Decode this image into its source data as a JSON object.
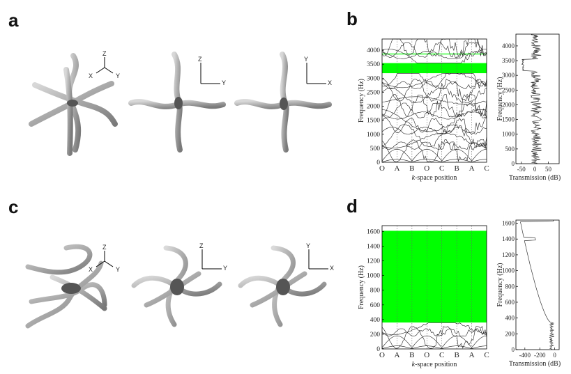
{
  "panels": {
    "a": "a",
    "b": "b",
    "c": "c",
    "d": "d"
  },
  "axes_labels": {
    "view_iso": {
      "z": "Z",
      "x": "X",
      "y": "Y"
    },
    "view_zy": {
      "v": "Z",
      "h": "Y"
    },
    "view_yx": {
      "v": "Y",
      "h": "X"
    }
  },
  "band_plots": {
    "b": {
      "ylabel": "Frequency (Hz)",
      "xlabel": "k-space position",
      "xlabel_italic": "k",
      "xlabel_rest": "-space position",
      "kpoints": [
        "O",
        "A",
        "B",
        "O",
        "C",
        "B",
        "A",
        "C"
      ],
      "yticks": [
        "0",
        "500",
        "1000",
        "1500",
        "2000",
        "2500",
        "3000",
        "3500",
        "4000"
      ],
      "gap_color": "#00ff00"
    },
    "d": {
      "ylabel": "Frequency (Hz)",
      "xlabel": "k-space position",
      "xlabel_italic": "k",
      "xlabel_rest": "-space position",
      "kpoints": [
        "O",
        "A",
        "B",
        "O",
        "C",
        "B",
        "A",
        "C"
      ],
      "yticks": [
        "0",
        "200",
        "400",
        "600",
        "800",
        "1000",
        "1200",
        "1400",
        "1600"
      ],
      "gap_color": "#00ff00"
    }
  },
  "transmission_plots": {
    "b": {
      "ylabel": "Frequency (Hz)",
      "xlabel": "Transmission (dB)",
      "xticks": [
        "-50",
        "0",
        "50"
      ],
      "yticks": [
        "0",
        "500",
        "1000",
        "1500",
        "2000",
        "2500",
        "3000",
        "3500",
        "4000"
      ]
    },
    "d": {
      "ylabel": "Frequency (Hz)",
      "xlabel": "Transmission (dB)",
      "xticks": [
        "-400",
        "-200",
        "0"
      ],
      "yticks": [
        "0",
        "200",
        "400",
        "600",
        "800",
        "1000",
        "1200",
        "1400",
        "1600"
      ]
    }
  },
  "chart_data": [
    {
      "type": "line",
      "id": "b-band",
      "xlabel": "k-space position",
      "ylabel": "Frequency (Hz)",
      "ylim": [
        0,
        4400
      ],
      "categories": [
        "O",
        "A",
        "B",
        "O",
        "C",
        "B",
        "A",
        "C"
      ],
      "band_gaps": [
        [
          3180,
          3540
        ],
        [
          3850,
          3880
        ]
      ]
    },
    {
      "type": "line",
      "id": "b-transmission",
      "xlabel": "Transmission (dB)",
      "ylabel": "Frequency (Hz)",
      "xlim": [
        -70,
        90
      ],
      "ylim": [
        0,
        4400
      ]
    },
    {
      "type": "line",
      "id": "d-band",
      "xlabel": "k-space position",
      "ylabel": "Frequency (Hz)",
      "ylim": [
        0,
        1680
      ],
      "categories": [
        "O",
        "A",
        "B",
        "O",
        "C",
        "B",
        "A",
        "C"
      ],
      "band_gaps": [
        [
          360,
          1610
        ]
      ]
    },
    {
      "type": "line",
      "id": "d-transmission",
      "xlabel": "Transmission (dB)",
      "ylabel": "Frequency (Hz)",
      "xlim": [
        -520,
        60
      ],
      "ylim": [
        0,
        1640
      ]
    }
  ]
}
